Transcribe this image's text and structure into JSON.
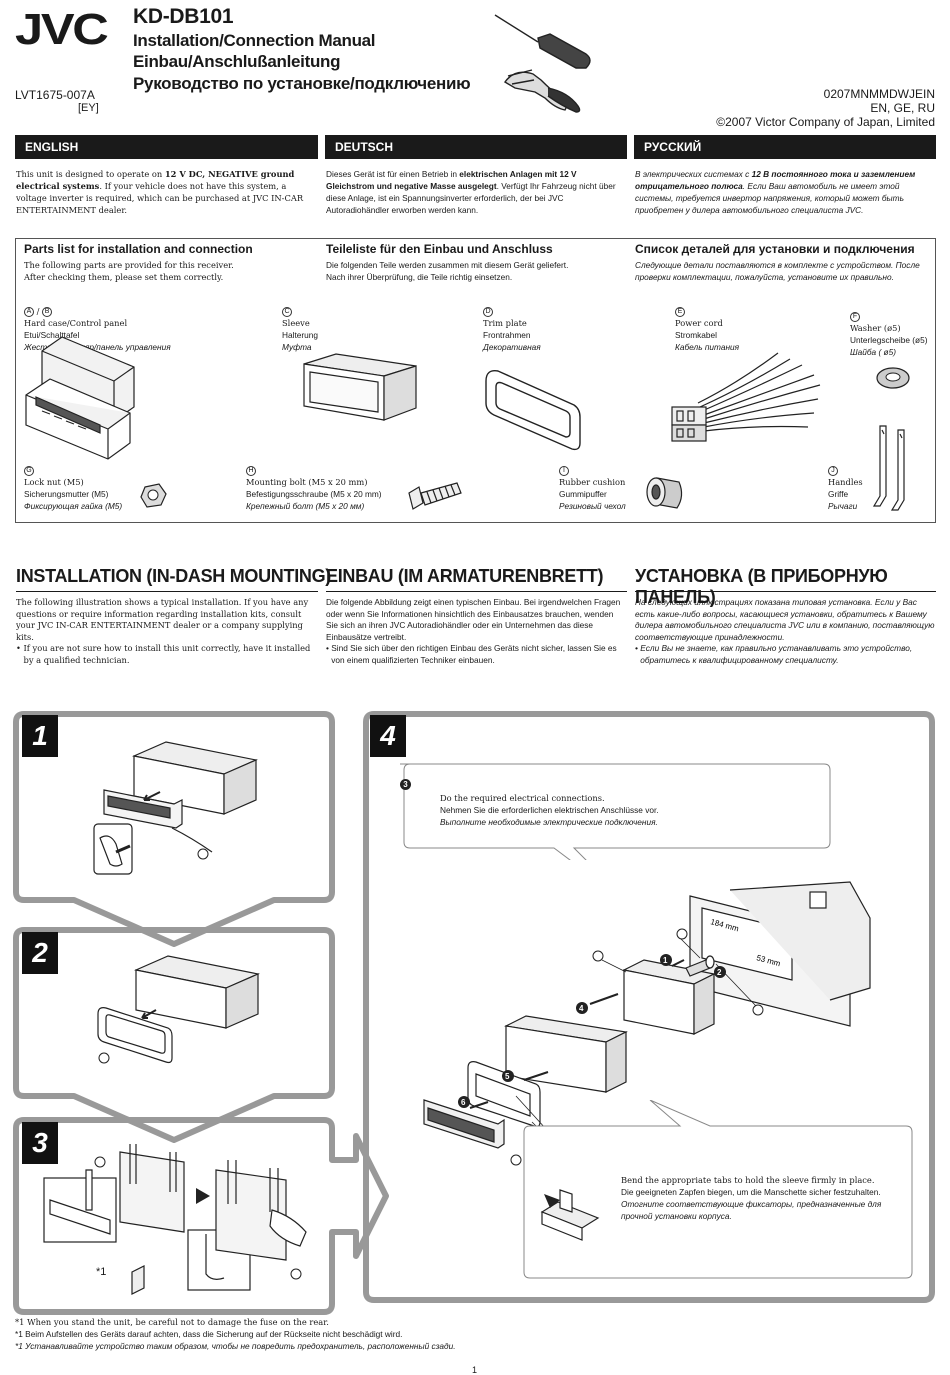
{
  "header": {
    "logo": "JVC",
    "model": "KD-DB101",
    "titles": [
      "Installation/Connection Manual",
      "Einbau/Anschlußanleitung",
      "Руководство по установке/подключению"
    ],
    "doc_code": "LVT1675-007A",
    "region": "[EY]",
    "right_code": "0207MNMMDWJEIN",
    "languages": "EN, GE, RU",
    "copyright": "©2007 Victor Company of Japan, Limited"
  },
  "langbars": [
    "ENGLISH",
    "DEUTSCH",
    "РУССКИЙ"
  ],
  "intro": {
    "en_pre": "This unit is designed to operate on ",
    "en_bold": "12 V DC, NEGATIVE ground electrical systems",
    "en_post": ". If your vehicle does not have this system, a voltage inverter is required, which can be purchased at JVC IN-CAR ENTERTAINMENT dealer.",
    "de_pre": "Dieses Gerät ist für einen Betrieb in ",
    "de_bold": "elektrischen Anlagen mit 12 V Gleichstrom und negative Masse ausgelegt",
    "de_post": ". Verfügt Ihr Fahrzeug nicht über diese Anlage, ist ein Spannungsinverter erforderlich, der bei JVC Autoradiohändler erworben werden kann.",
    "ru_pre": "В электрических системах с ",
    "ru_bold": "12 В постоянного тока и заземлением отрицательного полюса",
    "ru_post": ". Если Ваш автомобиль не имеет этой системы, требуется инвертор напряжения, который может быть приобретен у дилера автомобильного специалиста JVC."
  },
  "parts": {
    "en_title": "Parts list for installation and connection",
    "de_title": "Teileliste für den Einbau und Anschluss",
    "ru_title": "Список деталей для установки и подключения",
    "en_text_1": "The following parts are provided for this receiver.",
    "en_text_2": "After checking them, please set them correctly.",
    "de_text_1": "Die folgenden Teile werden zusammen mit diesem Gerät geliefert.",
    "de_text_2": "Nach ihrer Überprüfung, die Teile richtig einsetzen.",
    "ru_text_1": "Следующие детали поставляются в комплекте с устройством. После",
    "ru_text_2": "проверки комплектации, пожалуйста, установите их правильно.",
    "items": [
      {
        "mark": "A",
        "mark2": "B",
        "en": "Hard case/Control panel",
        "de": "Etui/Schalttafel",
        "ru": "Жесткий футляр/панель управления"
      },
      {
        "mark": "C",
        "en": "Sleeve",
        "de": "Halterung",
        "ru": "Муфта"
      },
      {
        "mark": "D",
        "en": "Trim plate",
        "de": "Frontrahmen",
        "ru": "Декоративная"
      },
      {
        "mark": "E",
        "en": "Power cord",
        "de": "Stromkabel",
        "ru": "Кабель питания"
      },
      {
        "mark": "F",
        "en": "Washer (ø5)",
        "de": "Unterlegscheibe (ø5)",
        "ru": "Шайба ( ø5)"
      },
      {
        "mark": "G",
        "en": "Lock nut (M5)",
        "de": "Sicherungsmutter (M5)",
        "ru": "Фиксирующая гайка (M5)"
      },
      {
        "mark": "H",
        "en": "Mounting bolt (M5 x 20 mm)",
        "de": "Befestigungsschraube (M5 x 20 mm)",
        "ru": "Крепежный болт (M5 x 20 мм)"
      },
      {
        "mark": "I",
        "en": "Rubber cushion",
        "de": "Gummipuffer",
        "ru": "Резиновый чехол"
      },
      {
        "mark": "J",
        "en": "Handles",
        "de": "Griffe",
        "ru": "Рычаги"
      }
    ]
  },
  "installation": {
    "en_title": "INSTALLATION (IN-DASH MOUNTING)",
    "de_title": "EINBAU (IM ARMATURENBRETT)",
    "ru_title": "УСТАНОВКА (В ПРИБОРНУЮ ПАНЕЛЬ)",
    "en_p1": "The following illustration shows a typical installation. If you have any questions or require information regarding installation kits, consult your JVC IN-CAR ENTERTAINMENT dealer or a company supplying kits.",
    "en_b1": "If you are not sure how to install this unit correctly, have it installed by a qualified technician.",
    "de_p1": "Die folgende Abbildung zeigt einen typischen Einbau. Bei irgendwelchen Fragen oder wenn Sie Informationen hinsichtlich des Einbausatzes brauchen, wenden Sie sich an ihren JVC Autoradiohändler oder ein Unternehmen das diese Einbausätze vertreibt.",
    "de_b1": "Sind Sie sich über den richtigen Einbau des Geräts nicht sicher, lassen Sie es von einem qualifizierten Techniker einbauen.",
    "ru_p1": "На следующих иллюстрациях показана типовая установка. Если у Вас есть какие-либо вопросы, касающиеся установки, обратитесь к Вашему дилера автомобильного специалиста JVC или в компанию, поставляющую соответствующие принадлежности.",
    "ru_b1": "Если Вы не знаете, как правильно устанавливать это устройство, обратитесь к квалифицированному специалисту."
  },
  "steps": {
    "s1": "1",
    "s2": "2",
    "s3": "3",
    "s4": "4",
    "star1": "*1",
    "dim1": "184 mm",
    "dim2": "53 mm",
    "note3_num": "3",
    "note3_en": "Do the required electrical connections.",
    "note3_de": "Nehmen Sie die erforderlichen elektrischen Anschlüsse vor.",
    "note3_ru": "Выполните необходимые электрические подключения.",
    "bend_en": "Bend the appropriate tabs to hold the sleeve firmly in place.",
    "bend_de": "Die geeigneten Zapfen biegen, um die Manschette sicher festzuhalten.",
    "bend_ru_1": "Отогните соответствующие фиксаторы, предназначенные для",
    "bend_ru_2": "прочной установки корпуса.",
    "callouts": [
      "1",
      "2",
      "4",
      "5",
      "6"
    ]
  },
  "footnotes": {
    "mark": "*1",
    "en": "When you stand the unit, be careful not to damage the fuse on the rear.",
    "de": "Beim Aufstellen des Geräts darauf achten, dass die Sicherung auf der Rückseite nicht beschädigt wird.",
    "ru": "Устанавливайте устройство таким образом, чтобы не повредить предохранитель, расположенный сзади."
  },
  "page_number": "1"
}
